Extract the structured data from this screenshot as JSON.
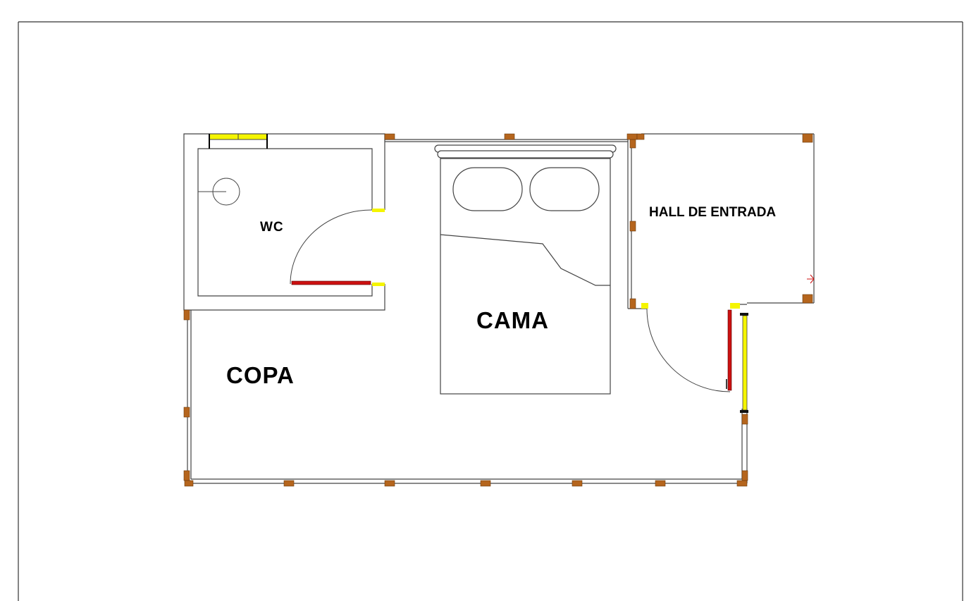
{
  "rooms": {
    "wc": "WC",
    "hall": "HALL DE ENTRADA",
    "cama": "CAMA",
    "copa": "COPA"
  },
  "colors": {
    "wall": "#444444",
    "door": "#cc1111",
    "window": "#f5f500",
    "post": "#b5651d"
  }
}
